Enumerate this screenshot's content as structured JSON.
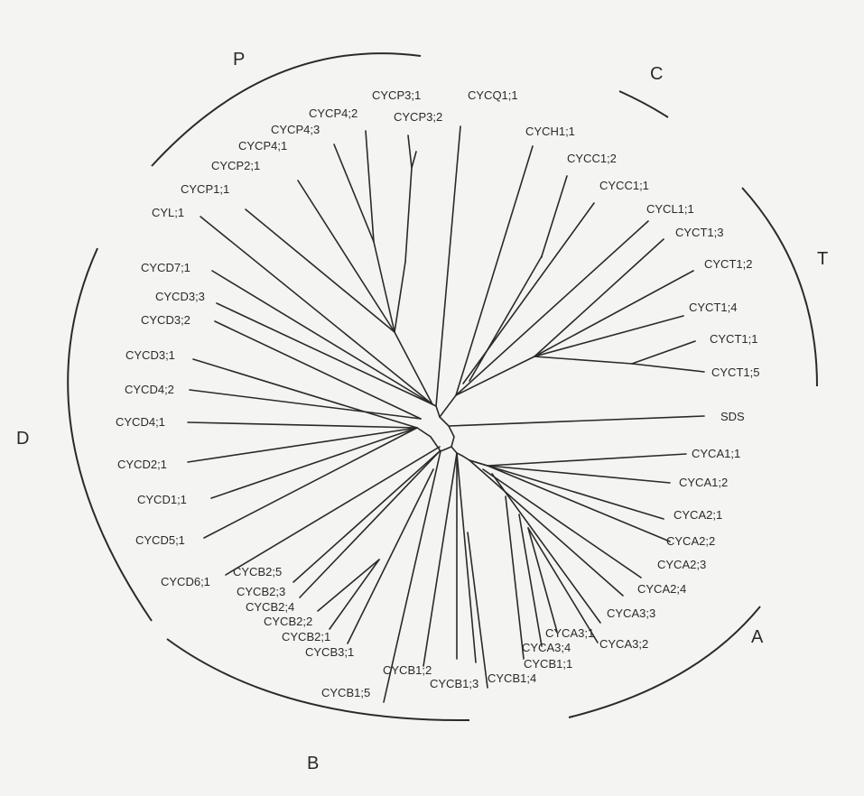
{
  "groups": [
    {
      "label": "P"
    },
    {
      "label": "C"
    },
    {
      "label": "T"
    },
    {
      "label": "D"
    },
    {
      "label": "A"
    },
    {
      "label": "B"
    }
  ],
  "leaves": [
    {
      "label": "CYCP3;1"
    },
    {
      "label": "CYCQ1;1"
    },
    {
      "label": "CYCP3;2"
    },
    {
      "label": "CYCP4;2"
    },
    {
      "label": "CYCP4;3"
    },
    {
      "label": "CYCP4;1"
    },
    {
      "label": "CYCP2;1"
    },
    {
      "label": "CYCP1;1"
    },
    {
      "label": "CYL;1"
    },
    {
      "label": "CYCH1;1"
    },
    {
      "label": "CYCC1;2"
    },
    {
      "label": "CYCC1;1"
    },
    {
      "label": "CYCL1;1"
    },
    {
      "label": "CYCT1;3"
    },
    {
      "label": "CYCT1;2"
    },
    {
      "label": "CYCT1;4"
    },
    {
      "label": "CYCT1;1"
    },
    {
      "label": "CYCT1;5"
    },
    {
      "label": "SDS"
    },
    {
      "label": "CYCD7;1"
    },
    {
      "label": "CYCD3;3"
    },
    {
      "label": "CYCD3;2"
    },
    {
      "label": "CYCD3;1"
    },
    {
      "label": "CYCD4;2"
    },
    {
      "label": "CYCD4;1"
    },
    {
      "label": "CYCD2;1"
    },
    {
      "label": "CYCD1;1"
    },
    {
      "label": "CYCD5;1"
    },
    {
      "label": "CYCD6;1"
    },
    {
      "label": "CYCA1;1"
    },
    {
      "label": "CYCA1;2"
    },
    {
      "label": "CYCA2;1"
    },
    {
      "label": "CYCA2;2"
    },
    {
      "label": "CYCA2;3"
    },
    {
      "label": "CYCA2;4"
    },
    {
      "label": "CYCA3;3"
    },
    {
      "label": "CYCA3;1"
    },
    {
      "label": "CYCA3;2"
    },
    {
      "label": "CYCA3;4"
    },
    {
      "label": "CYCB1;1"
    },
    {
      "label": "CYCB1;4"
    },
    {
      "label": "CYCB1;3"
    },
    {
      "label": "CYCB1;2"
    },
    {
      "label": "CYCB1;5"
    },
    {
      "label": "CYCB2;5"
    },
    {
      "label": "CYCB2;3"
    },
    {
      "label": "CYCB2;4"
    },
    {
      "label": "CYCB2;2"
    },
    {
      "label": "CYCB2;1"
    },
    {
      "label": "CYCB3;1"
    }
  ]
}
